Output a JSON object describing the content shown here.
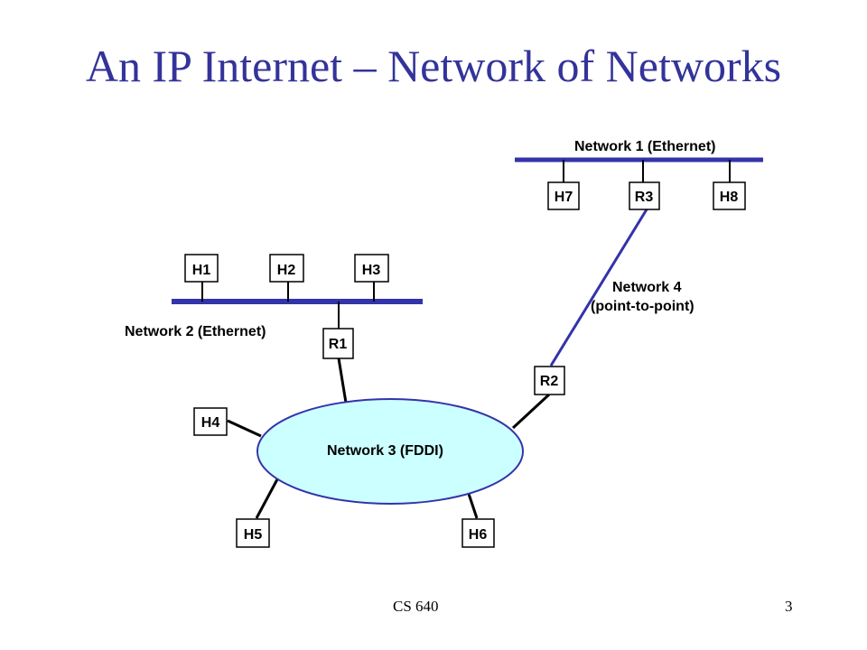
{
  "title": "An IP Internet – Network of Networks",
  "colors": {
    "title": "#33339a",
    "network_line": "#3333aa",
    "ring_fill": "#ccffff"
  },
  "networks": {
    "net1": "Network 1 (Ethernet)",
    "net2": "Network 2 (Ethernet)",
    "net3": "Network 3 (FDDI)",
    "net4_line1": "Network 4",
    "net4_line2": "(point-to-point)"
  },
  "nodes": {
    "h1": "H1",
    "h2": "H2",
    "h3": "H3",
    "h4": "H4",
    "h5": "H5",
    "h6": "H6",
    "h7": "H7",
    "h8": "H8",
    "r1": "R1",
    "r2": "R2",
    "r3": "R3"
  },
  "footer": {
    "course": "CS 640",
    "page": "3"
  }
}
